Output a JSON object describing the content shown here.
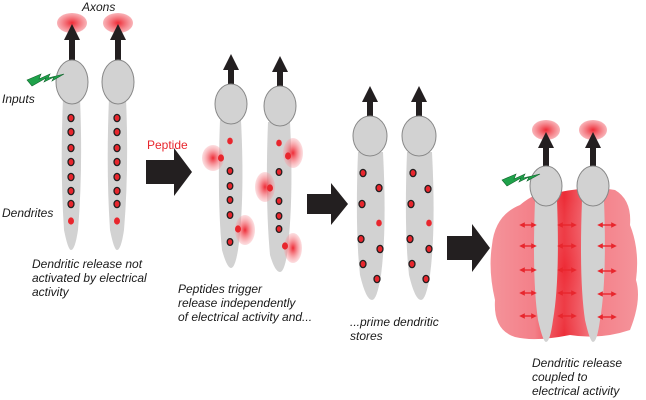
{
  "labels": {
    "axons": "Axons",
    "inputs": "Inputs",
    "dendrites": "Dendrites",
    "peptide": "Peptide"
  },
  "captions": {
    "stage1": "Dendritic release not\nactivated by electrical\nactivity",
    "stage2": "Peptides trigger\nrelease independently\nof electrical activity and...",
    "stage3": "...prime dendritic\nstores",
    "stage4": "Dendritic release\ncoupled to\nelectrical activity"
  },
  "colors": {
    "neuron_fill": "#d2d2d2",
    "neuron_stroke": "#888888",
    "vesicle_red": "#e8262d",
    "arrow_black": "#231f20",
    "lightning_green": "#1fa24a",
    "release_pink": "#f28a93"
  },
  "stages": [
    {
      "name": "not-activated",
      "neurons": 2,
      "vesicles_per_neuron": 8,
      "axon_release": true,
      "input": true
    },
    {
      "name": "peptide-triggered",
      "neurons": 2,
      "vesicles_per_neuron": 7,
      "axon_release": false,
      "input": false
    },
    {
      "name": "primed",
      "neurons": 2,
      "vesicles_per_neuron": 7,
      "axon_release": false,
      "input": false
    },
    {
      "name": "coupled",
      "neurons": 2,
      "vesicles_per_neuron": 0,
      "axon_release": true,
      "input": true
    }
  ]
}
